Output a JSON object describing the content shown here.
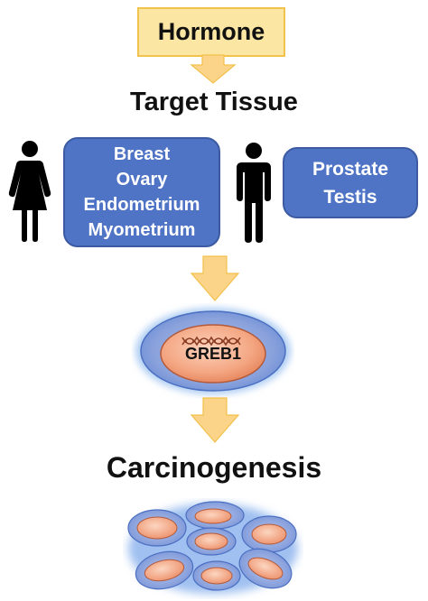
{
  "hormone_label": "Hormone",
  "target_tissue_title": "Target Tissue",
  "female_tissues": [
    "Breast",
    "Ovary",
    "Endometrium",
    "Myometrium"
  ],
  "male_tissues": [
    "Prostate",
    "Testis"
  ],
  "gene_label": "GREB1",
  "outcome_title": "Carcinogenesis",
  "colors": {
    "hormone_fill": "#fbe7a3",
    "arrow_fill": "#fbd48a",
    "tissue_box": "#4f73c5",
    "cell_membrane": "#8aa2dc",
    "nucleus": "#f2a07a"
  },
  "icons": {
    "female": "female-person-icon",
    "male": "male-person-icon",
    "dna": "dna-helix-icon"
  }
}
